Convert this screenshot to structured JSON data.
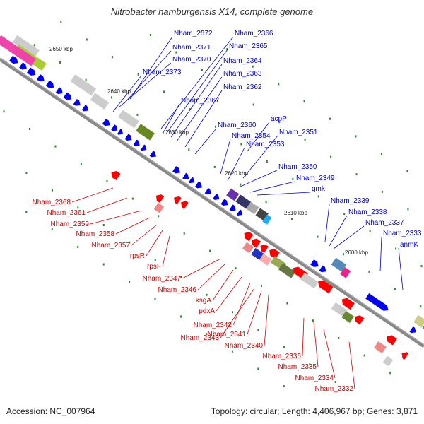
{
  "title": "Nitrobacter hamburgensis X14, complete genome",
  "accession": "Accession: NC_007964",
  "summary": "Topology: circular; Length: 4,406,967 bp; Genes: 3,871",
  "colors": {
    "backbone": "#888888",
    "forward_label": "#0000cc",
    "reverse_label": "#cc0000",
    "tick": "#228b22",
    "cds_forward": "#0000ee",
    "cds_reverse": "#ff0000"
  },
  "scale_labels": [
    "2650 kbp",
    "2640 kbp",
    "2630 kbp",
    "2620 kbp",
    "2610 kbp",
    "2600 kbp"
  ],
  "forward_genes": [
    "Nham_2372",
    "Nham_2371",
    "Nham_2370",
    "Nham_2373",
    "Nham_2367",
    "Nham_2366",
    "Nham_2365",
    "Nham_2364",
    "Nham_2363",
    "Nham_2362",
    "Nham_2360",
    "acpP",
    "Nham_2354",
    "Nham_2351",
    "Nham_2353",
    "Nham_2350",
    "Nham_2349",
    "gmk",
    "Nham_2339",
    "Nham_2338",
    "Nham_2337",
    "Nham_2333",
    "anmK"
  ],
  "reverse_genes": [
    "Nham_2368",
    "Nham_2361",
    "Nham_2359",
    "Nham_2358",
    "Nham_2357",
    "rpsR",
    "rpsF",
    "Nham_2347",
    "Nham_2346",
    "ksgA",
    "pdxA",
    "Nham_2342",
    "Nham_2343",
    "Nham_2341",
    "Nham_2340",
    "Nham_2336",
    "Nham_2335",
    "Nham_2334",
    "Nham_2332"
  ]
}
